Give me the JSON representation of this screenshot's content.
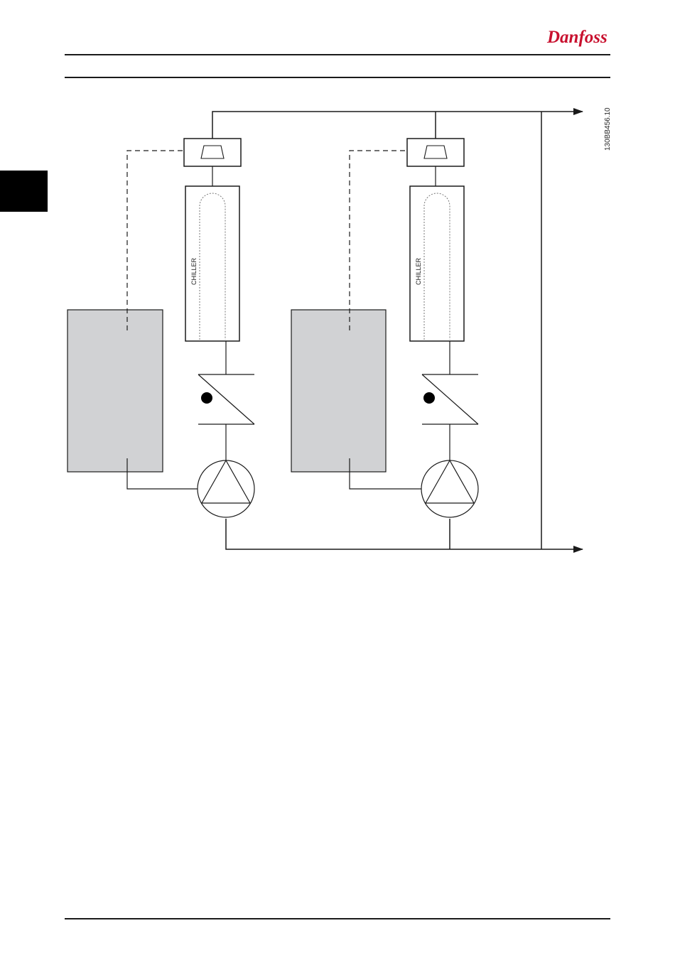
{
  "header": {
    "brand": "Danfoss"
  },
  "figure": {
    "code": "130BB456.10",
    "units": [
      {
        "chiller_label": "CHILLER"
      },
      {
        "chiller_label": "CHILLER"
      }
    ]
  },
  "colors": {
    "line": "#1a1a1a",
    "drive_fill": "#d1d2d4",
    "tab": "#000000"
  },
  "icons": {
    "logo": "danfoss-logo",
    "compressor": "compressor-icon",
    "pump": "pump-icon",
    "valve": "check-valve-icon",
    "arrow": "flow-arrow-icon"
  }
}
